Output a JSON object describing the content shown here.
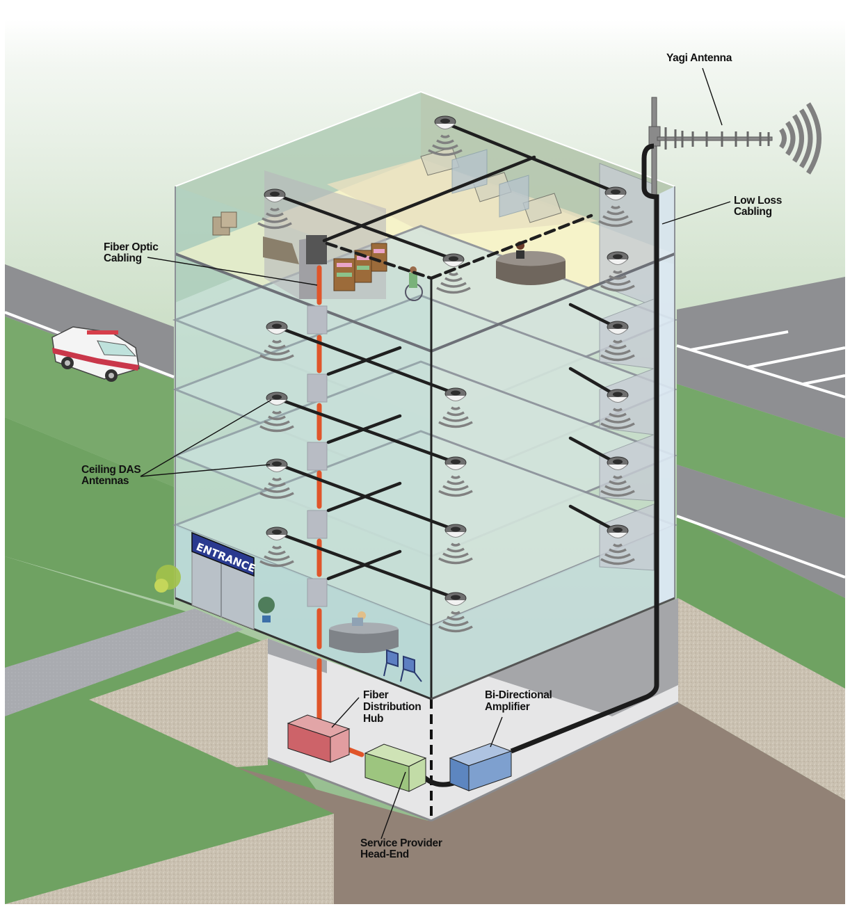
{
  "diagram": {
    "title": "In-Building DAS (Distributed Antenna System) Overview",
    "colors": {
      "sky_top": "#f4f8f3",
      "sky_bottom": "#8fb888",
      "grass": "#6fa262",
      "road": "#8e8f92",
      "gravel": "#c8bfae",
      "soil": "#928276",
      "fiber_cable": "#e0552a",
      "coax_cable": "#1c1c1c",
      "hub": "#d46a6e",
      "head_end": "#9ccb7f",
      "amplifier": "#7fa1cf",
      "entrance_sign": "#2a3a8f"
    },
    "labels": {
      "yagi_antenna": "Yagi Antenna",
      "low_loss_cabling": [
        "Low Loss",
        "Cabling"
      ],
      "fiber_optic_cabling": [
        "Fiber Optic",
        "Cabling"
      ],
      "ceiling_das_antennas": [
        "Ceiling DAS",
        "Antennas"
      ],
      "fiber_distribution_hub": [
        "Fiber",
        "Distribution",
        "Hub"
      ],
      "bi_directional_amplifier": [
        "Bi-Directional",
        "Amplifier"
      ],
      "service_provider_head_end": [
        "Service Provider",
        "Head-End"
      ]
    },
    "signage": {
      "entrance": "ENTRANCE"
    },
    "components": [
      {
        "name": "Yagi Antenna",
        "type": "antenna"
      },
      {
        "name": "Low Loss Cabling",
        "type": "cable"
      },
      {
        "name": "Bi-Directional Amplifier",
        "type": "device"
      },
      {
        "name": "Service Provider Head-End",
        "type": "device"
      },
      {
        "name": "Fiber Distribution Hub",
        "type": "device"
      },
      {
        "name": "Fiber Optic Cabling",
        "type": "cable"
      },
      {
        "name": "Ceiling DAS Antennas",
        "type": "antenna"
      }
    ],
    "floors": 6,
    "ceiling_antennas_per_floor": 3
  }
}
